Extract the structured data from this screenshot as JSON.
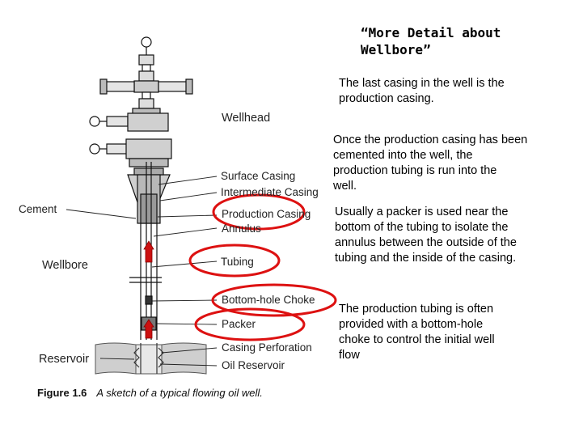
{
  "slide": {
    "title": "“More Detail about\nWellbore”",
    "paragraphs": [
      "The last casing in the well is the\nproduction casing.",
      "Once the production casing has  been\ncemented into the well, the\nproduction tubing is run  into the\nwell.",
      "Usually a packer is used near the\nbottom of  the tubing to isolate the\nannulus between the outside of the\ntubing and the inside of the casing.",
      "The production tubing is often\nprovided with a bottom-hole\nchoke to control the initial well\nflow"
    ]
  },
  "diagram": {
    "labels": {
      "wellhead": "Wellhead",
      "surface_casing": "Surface Casing",
      "intermediate_casing": "Intermediate Casing",
      "production_casing": "Production Casing",
      "annulus": "Annulus",
      "tubing": "Tubing",
      "bottom_hole_choke": "Bottom-hole Choke",
      "packer": "Packer",
      "casing_perforation": "Casing Perforation",
      "oil_reservoir": "Oil Reservoir",
      "cement": "Cement",
      "wellbore": "Wellbore",
      "reservoir": "Reservoir"
    },
    "caption_number": "Figure 1.6",
    "caption_text": "A sketch of a typical flowing oil well."
  },
  "colors": {
    "highlight": "#dd1111",
    "flow_arrow": "#cc1111"
  }
}
